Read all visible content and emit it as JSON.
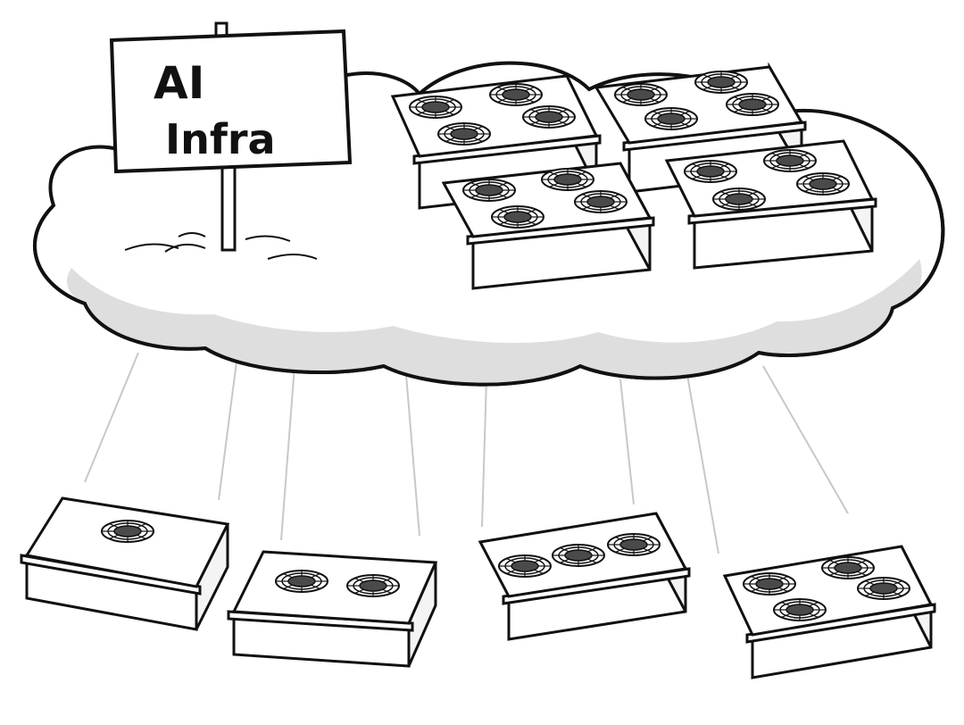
{
  "sign": {
    "line1": "AI",
    "line2": "Infra"
  },
  "cloud_servers": [
    {
      "fans": 4
    },
    {
      "fans": 4
    },
    {
      "fans": 4
    },
    {
      "fans": 4
    }
  ],
  "ground_servers": [
    {
      "fans": 1
    },
    {
      "fans": 2
    },
    {
      "fans": 3
    },
    {
      "fans": 4
    }
  ],
  "colors": {
    "ink": "#111111",
    "cloud_shadow": "#d9d9d9",
    "server_side": "#f4f4f4",
    "fan_hub": "#4a4a4a"
  },
  "icons": [
    "cloud-icon",
    "server-icon",
    "fan-icon",
    "signpost-icon"
  ]
}
